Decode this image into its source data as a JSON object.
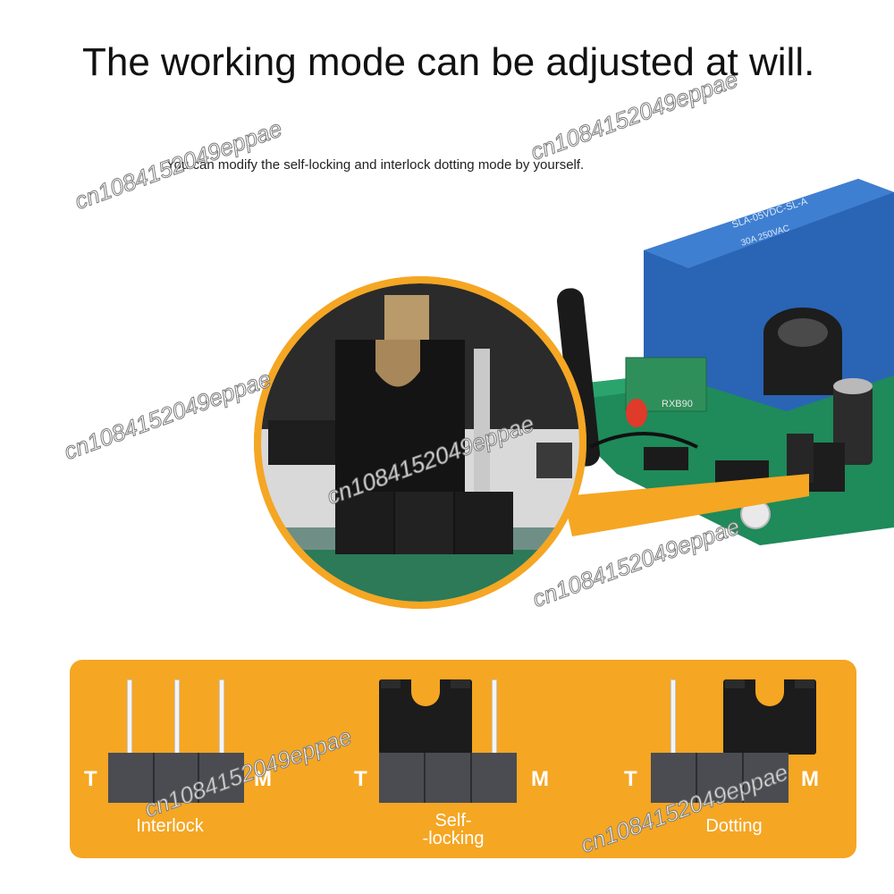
{
  "header": {
    "title": "The working mode can be adjusted at will.",
    "subtitle": "You can modify the self-locking and interlock dotting mode by yourself."
  },
  "photo": {
    "antenna_label": "RXB90"
  },
  "modes": [
    {
      "left_terminal": "T",
      "right_terminal": "M",
      "label": "Interlock"
    },
    {
      "left_terminal": "T",
      "right_terminal": "M",
      "label": "Self-\n-locking"
    },
    {
      "left_terminal": "T",
      "right_terminal": "M",
      "label": "Dotting"
    }
  ],
  "watermark": "cn1084152049eppae",
  "colors": {
    "panel": "#f5a623",
    "relay": "#2a64b5",
    "pcb": "#1f8a5a",
    "jumper": "#1c1c1c",
    "pin_block": "#4a4c52"
  }
}
